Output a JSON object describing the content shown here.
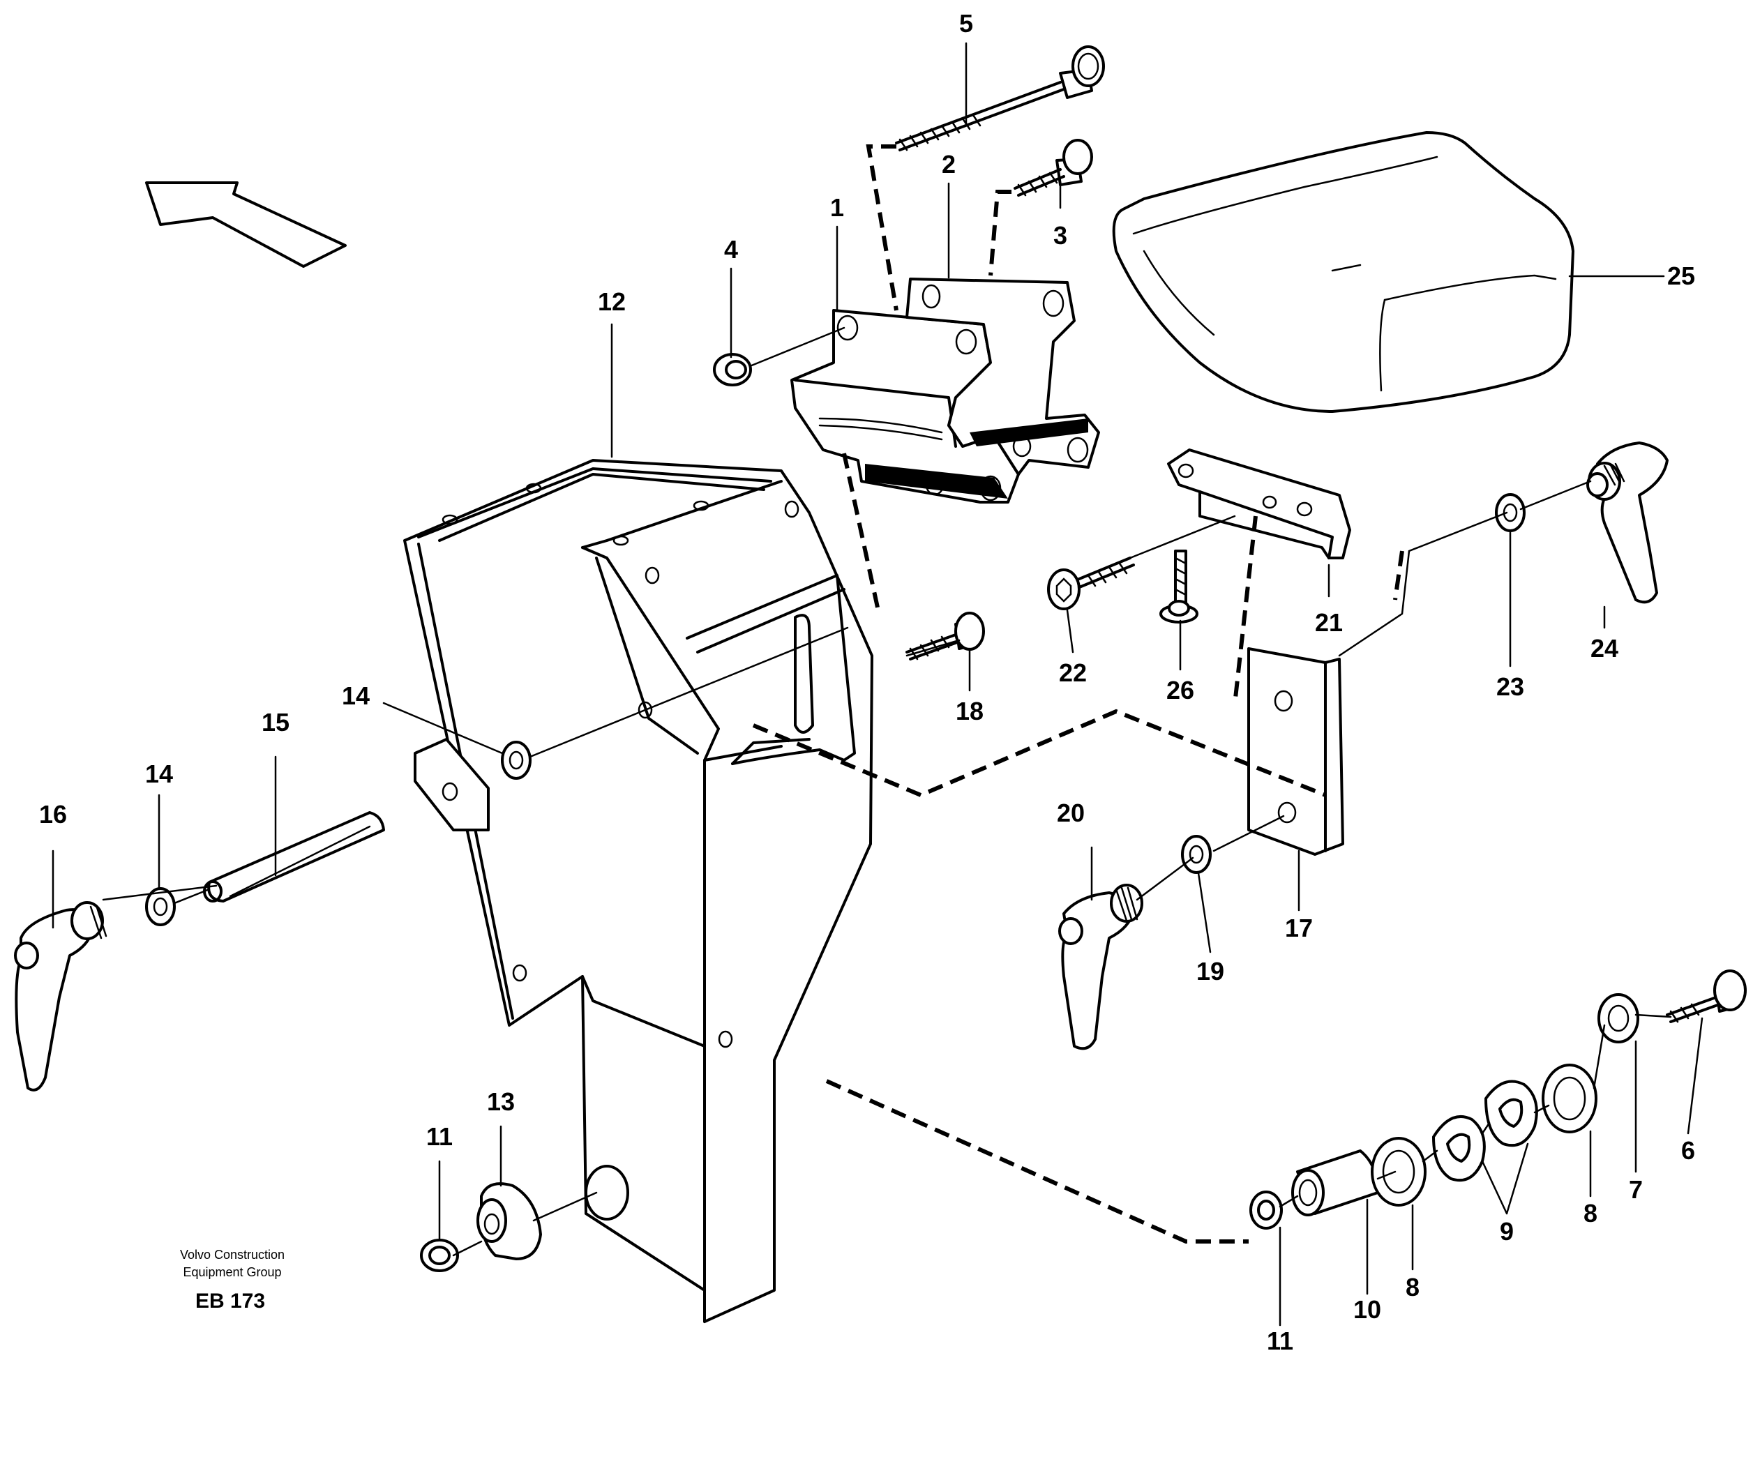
{
  "diagram": {
    "labels": [
      {
        "id": "1",
        "text": "1"
      },
      {
        "id": "2",
        "text": "2"
      },
      {
        "id": "3",
        "text": "3"
      },
      {
        "id": "4",
        "text": "4"
      },
      {
        "id": "5",
        "text": "5"
      },
      {
        "id": "6",
        "text": "6"
      },
      {
        "id": "7",
        "text": "7"
      },
      {
        "id": "8a",
        "text": "8"
      },
      {
        "id": "8b",
        "text": "8"
      },
      {
        "id": "9",
        "text": "9"
      },
      {
        "id": "10",
        "text": "10"
      },
      {
        "id": "11a",
        "text": "11"
      },
      {
        "id": "11b",
        "text": "11"
      },
      {
        "id": "12",
        "text": "12"
      },
      {
        "id": "13",
        "text": "13"
      },
      {
        "id": "14a",
        "text": "14"
      },
      {
        "id": "14b",
        "text": "14"
      },
      {
        "id": "15",
        "text": "15"
      },
      {
        "id": "16",
        "text": "16"
      },
      {
        "id": "17",
        "text": "17"
      },
      {
        "id": "18",
        "text": "18"
      },
      {
        "id": "19",
        "text": "19"
      },
      {
        "id": "20",
        "text": "20"
      },
      {
        "id": "21",
        "text": "21"
      },
      {
        "id": "22",
        "text": "22"
      },
      {
        "id": "23",
        "text": "23"
      },
      {
        "id": "24",
        "text": "24"
      },
      {
        "id": "25",
        "text": "25"
      },
      {
        "id": "26",
        "text": "26"
      }
    ],
    "credit_line1": "Volvo Construction",
    "credit_line2": "Equipment Group",
    "doc_id": "EB 173"
  }
}
